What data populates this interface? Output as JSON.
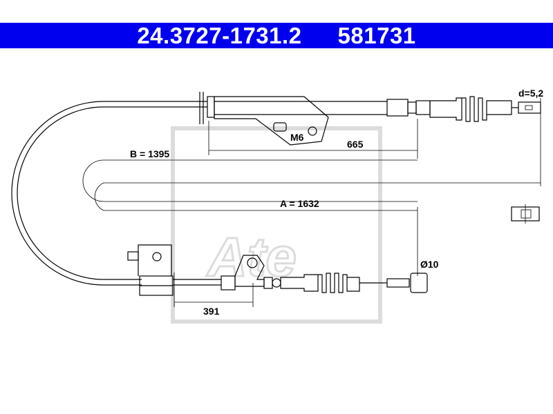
{
  "header": {
    "part_number": "24.3727-1731.2",
    "ref_number": "581731",
    "background": "#0000ee",
    "text_color": "#ffffff"
  },
  "drawing": {
    "dim_b": "B = 1395",
    "dim_a": "A = 1632",
    "dim_665": "665",
    "dim_391": "391",
    "diameter": "Ø10",
    "thread": "M6",
    "wire_d": "d=5,2",
    "watermark": "Ate"
  }
}
